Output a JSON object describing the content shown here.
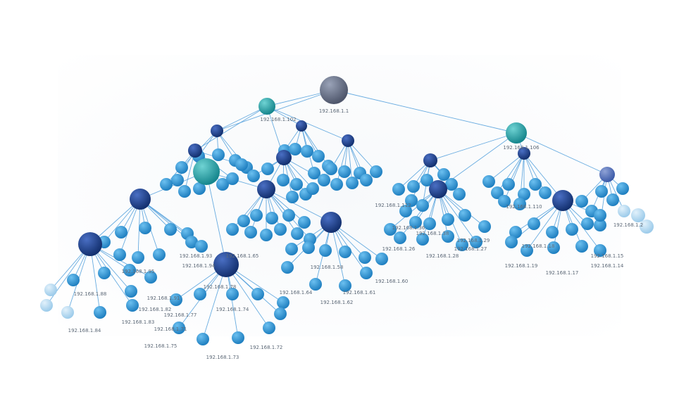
{
  "network": {
    "labels": {
      "root": "192.168.1.1",
      "n_left1": "192.168.1.94",
      "n_left2": "192.168.1.93",
      "n_left3": "192.168.1.95",
      "n_left4": "192.168.1.88",
      "n_left5": "192.168.1.83",
      "n_left6": "192.168.1.84",
      "n_left7": "192.168.1.91",
      "n_left8": "192.168.1.82",
      "n_mid1": "192.168.1.78",
      "n_mid2": "192.168.1.77",
      "n_mid3": "192.168.1.71",
      "n_mid4": "192.168.1.72",
      "n_mid5": "192.168.1.73",
      "n_mid6": "192.168.1.74",
      "n_mid7": "192.168.1.75",
      "n_c1": "192.168.1.58",
      "n_c2": "192.168.1.60",
      "n_c3": "192.168.1.61",
      "n_c4": "192.168.1.62",
      "n_c5": "192.168.1.64",
      "n_c6": "192.168.1.65",
      "n_c7": "192.168.1.102",
      "n_c8": "192.168.1.106",
      "n_r1": "192.168.1.26",
      "n_r2": "192.168.1.27",
      "n_r3": "192.168.1.28",
      "n_r4": "192.168.1.29",
      "n_r5": "192.168.1.38",
      "n_r6": "192.168.1.36",
      "n_r7": "192.168.1.19",
      "n_r8": "192.168.1.17",
      "n_r9": "192.168.1.18",
      "n_r10": "192.168.1.14",
      "n_r11": "192.168.1.15",
      "n_r12": "192.168.1.2",
      "n_r13": "192.168.1.112",
      "n_r14": "192.168.1.110"
    },
    "colors": {
      "root": "#5c6478",
      "hub_teal": "#1f9aa0",
      "hub_navy": "#1f3f8f",
      "leaf": "#2a8fd0",
      "leaf_fade": "#a9d2ee",
      "hub_slate": "#3b5aa8",
      "edge": "#4f9edb"
    }
  }
}
